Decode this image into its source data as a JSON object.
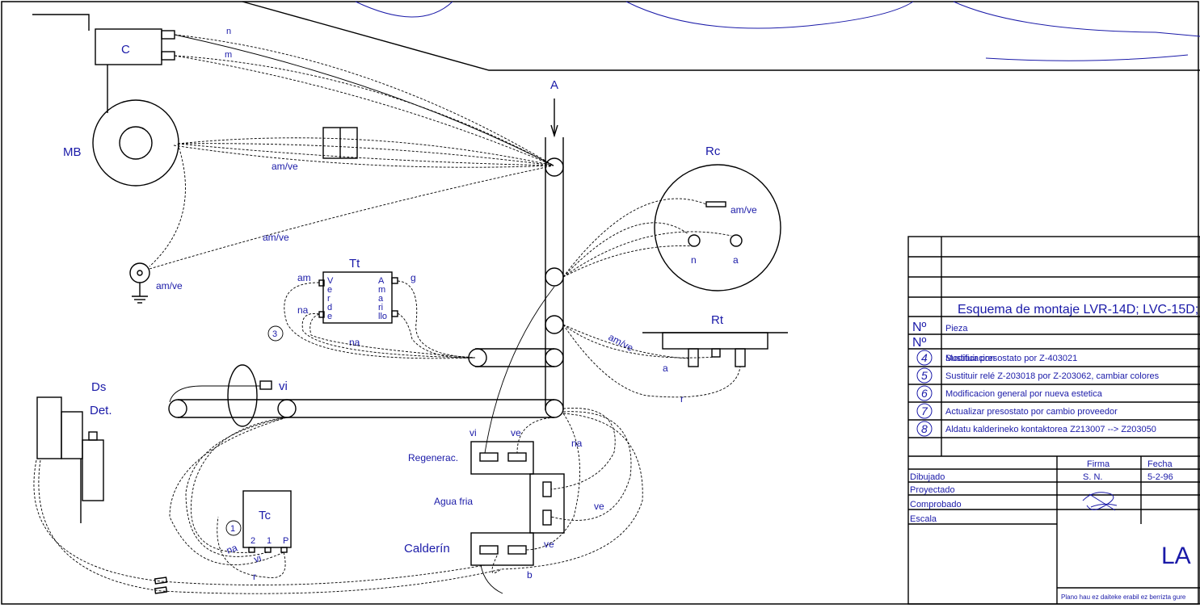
{
  "components": {
    "c": "C",
    "mb": "MB",
    "a": "A",
    "rc": "Rc",
    "tt": "Tt",
    "rt": "Rt",
    "ds": "Ds",
    "det": "Det.",
    "tc": "Tc",
    "regenerac": "Regenerac.",
    "agua_fria": "Agua fria",
    "calderin": "Calderín"
  },
  "wires": {
    "n": "n",
    "m": "m",
    "amve": "am/ve",
    "am": "am",
    "na": "na",
    "g": "g",
    "vi": "vi",
    "ve": "ve",
    "a": "a",
    "r": "r",
    "b": "b"
  },
  "tt_labels": {
    "verde": [
      "V",
      "e",
      "r",
      "d",
      "e"
    ],
    "amarillo": [
      "A",
      "m",
      "a",
      "ri",
      "llo"
    ]
  },
  "tc_pins": [
    "2",
    "1",
    "P"
  ],
  "callouts": {
    "one": "1",
    "three": "3"
  },
  "title_block": {
    "title": "Esquema de montaje LVR-14D; LVC-15D;",
    "col_no": "Nº",
    "pieza": "Pieza",
    "modificacion": "Modificacion",
    "mods": [
      {
        "num": "4",
        "text": "Sustituir presostato por Z-403021"
      },
      {
        "num": "5",
        "text": "Sustituir relé Z-203018 por Z-203062, cambiar colores"
      },
      {
        "num": "6",
        "text": "Modificacion general por nueva estetica"
      },
      {
        "num": "7",
        "text": "Actualizar presostato por cambio proveedor"
      },
      {
        "num": "8",
        "text": "Aldatu kalderineko kontaktorea Z213007 --> Z203050"
      }
    ],
    "firma": "Firma",
    "fecha": "Fecha",
    "dibujado": "Dibujado",
    "dibujado_firma": "S. N.",
    "dibujado_fecha": "5-2-96",
    "proyectado": "Proyectado",
    "comprobado": "Comprobado",
    "escala": "Escala",
    "logo_fragment": "LA",
    "footer": "Plano hau ez daiteke erabil ez berrizta gure"
  }
}
